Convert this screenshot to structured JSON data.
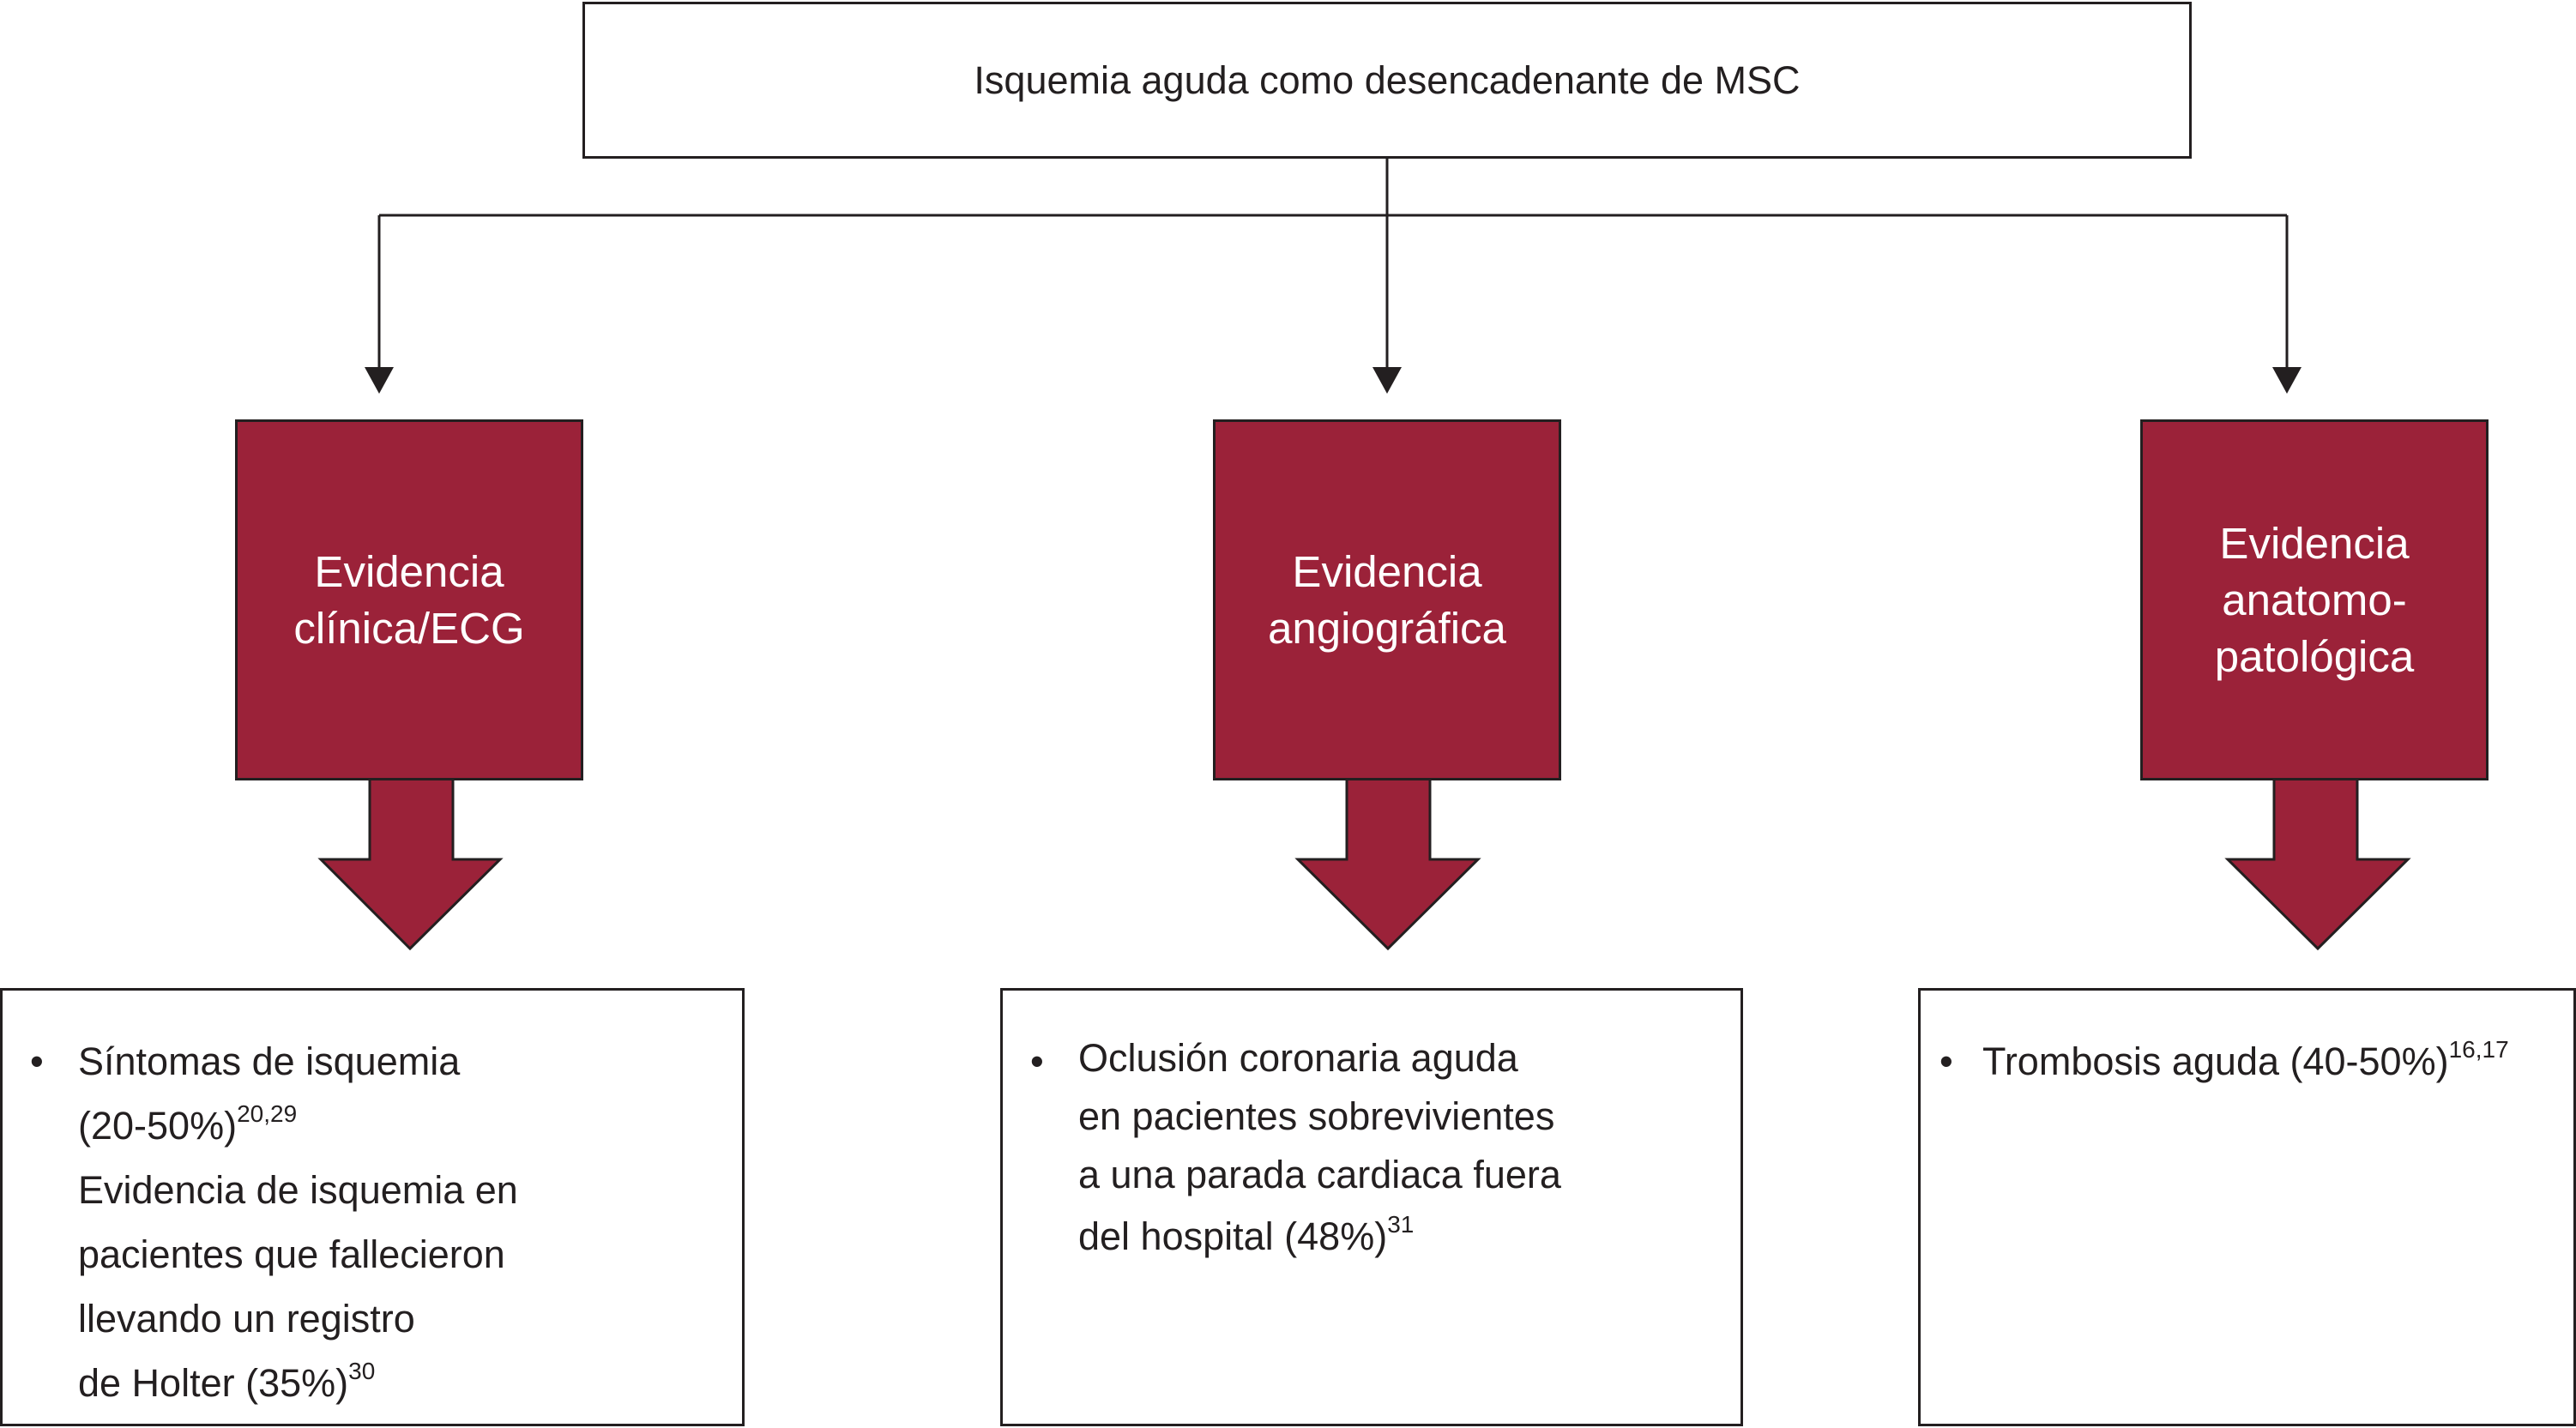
{
  "title": "Isquemia aguda como desencadenante de MSC",
  "colors": {
    "accent": "#9b2239",
    "stroke": "#231f20",
    "background": "#ffffff"
  },
  "columns": [
    {
      "heading_lines": [
        "Evidencia",
        "clínica/ECG"
      ],
      "result_lines": [
        {
          "text": "Síntomas de isquemia",
          "sup": ""
        },
        {
          "text": "(20-50%)",
          "sup": "20,29"
        },
        {
          "text": "Evidencia de isquemia en",
          "sup": ""
        },
        {
          "text": "pacientes que fallecieron",
          "sup": ""
        },
        {
          "text": "llevando un registro",
          "sup": ""
        },
        {
          "text": "de Holter (35%)",
          "sup": "30"
        }
      ]
    },
    {
      "heading_lines": [
        "Evidencia",
        "angiográfica"
      ],
      "result_lines": [
        {
          "text": "Oclusión coronaria aguda",
          "sup": ""
        },
        {
          "text": "en pacientes sobrevivientes",
          "sup": ""
        },
        {
          "text": "a una parada cardiaca fuera",
          "sup": ""
        },
        {
          "text": "del hospital (48%)",
          "sup": "31"
        }
      ]
    },
    {
      "heading_lines": [
        "Evidencia",
        "anatomo-",
        "patológica"
      ],
      "result_lines": [
        {
          "text": "Trombosis aguda (40-50%)",
          "sup": "16,17"
        }
      ]
    }
  ]
}
